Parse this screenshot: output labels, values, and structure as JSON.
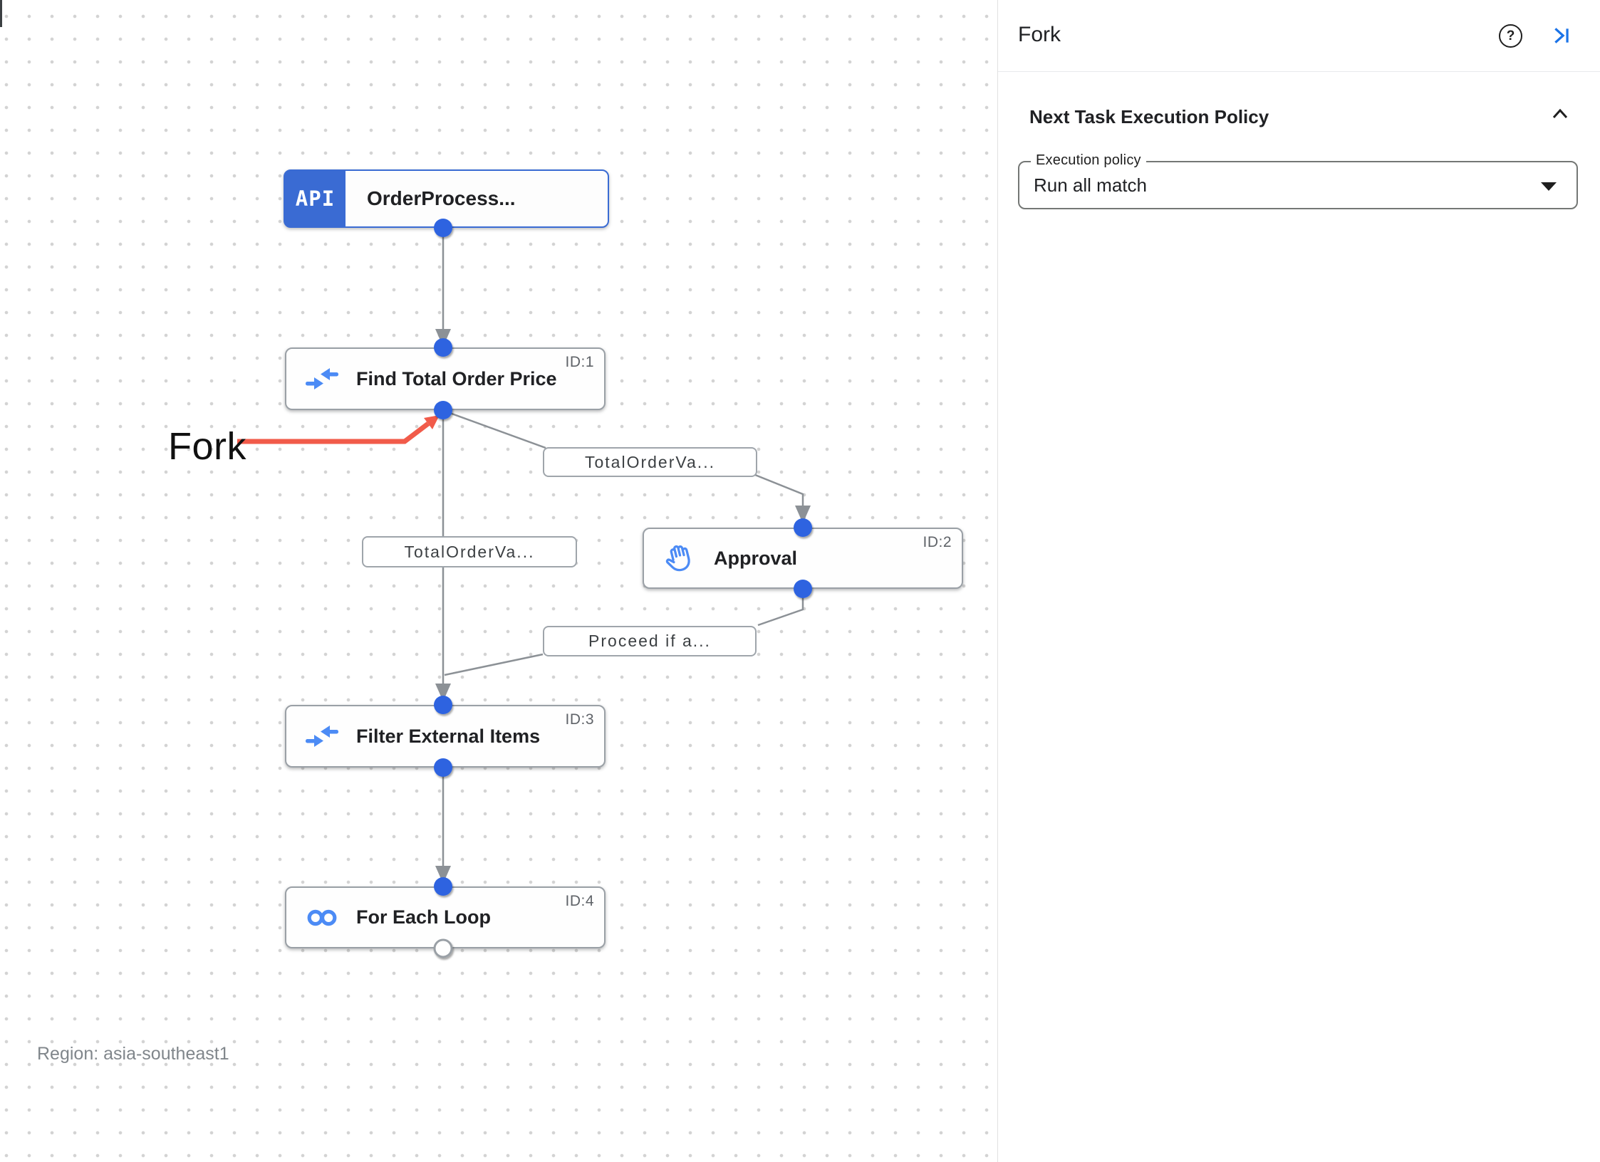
{
  "canvas": {
    "api_badge": "API",
    "nodes": [
      {
        "title": "OrderProcess..."
      },
      {
        "title": "Find Total Order Price",
        "id": "ID:1"
      },
      {
        "title": "Approval",
        "id": "ID:2"
      },
      {
        "title": "Filter External Items",
        "id": "ID:3"
      },
      {
        "title": "For Each Loop",
        "id": "ID:4"
      }
    ],
    "edge_labels": [
      {
        "text": "TotalOrderVa..."
      },
      {
        "text": "TotalOrderVa..."
      },
      {
        "text": "Proceed if a..."
      }
    ],
    "annotation": {
      "label": "Fork"
    },
    "region_label": "Region: asia-southeast1"
  },
  "panel": {
    "title": "Fork",
    "help_label": "?",
    "section_title": "Next Task Execution Policy",
    "field_label": "Execution policy",
    "field_value": "Run all match"
  },
  "colors": {
    "accent_blue": "#1a73e8",
    "api_block_blue": "#3a6bd3",
    "node_icon_blue": "#4c8bf5",
    "connector_dot_blue": "#2d64e0",
    "edge_gray": "#8c9196",
    "annotation_red": "#f15b4a"
  }
}
